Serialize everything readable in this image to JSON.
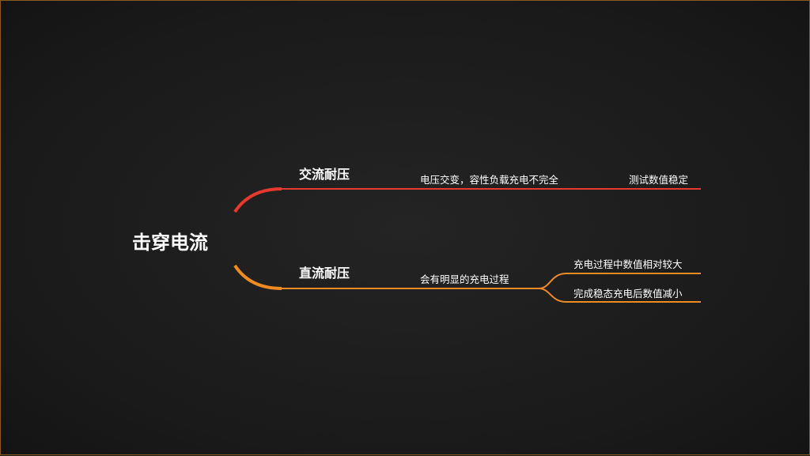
{
  "root": "击穿电流",
  "branches": [
    {
      "label": "交流耐压",
      "color": "#e8392e",
      "child": "电压交变，容性负载充电不完全",
      "leaves": [
        "测试数值稳定"
      ]
    },
    {
      "label": "直流耐压",
      "color": "#f08a22",
      "child": "会有明显的充电过程",
      "leaves": [
        "充电过程中数值相对较大",
        "完成稳态充电后数值减小"
      ]
    }
  ]
}
